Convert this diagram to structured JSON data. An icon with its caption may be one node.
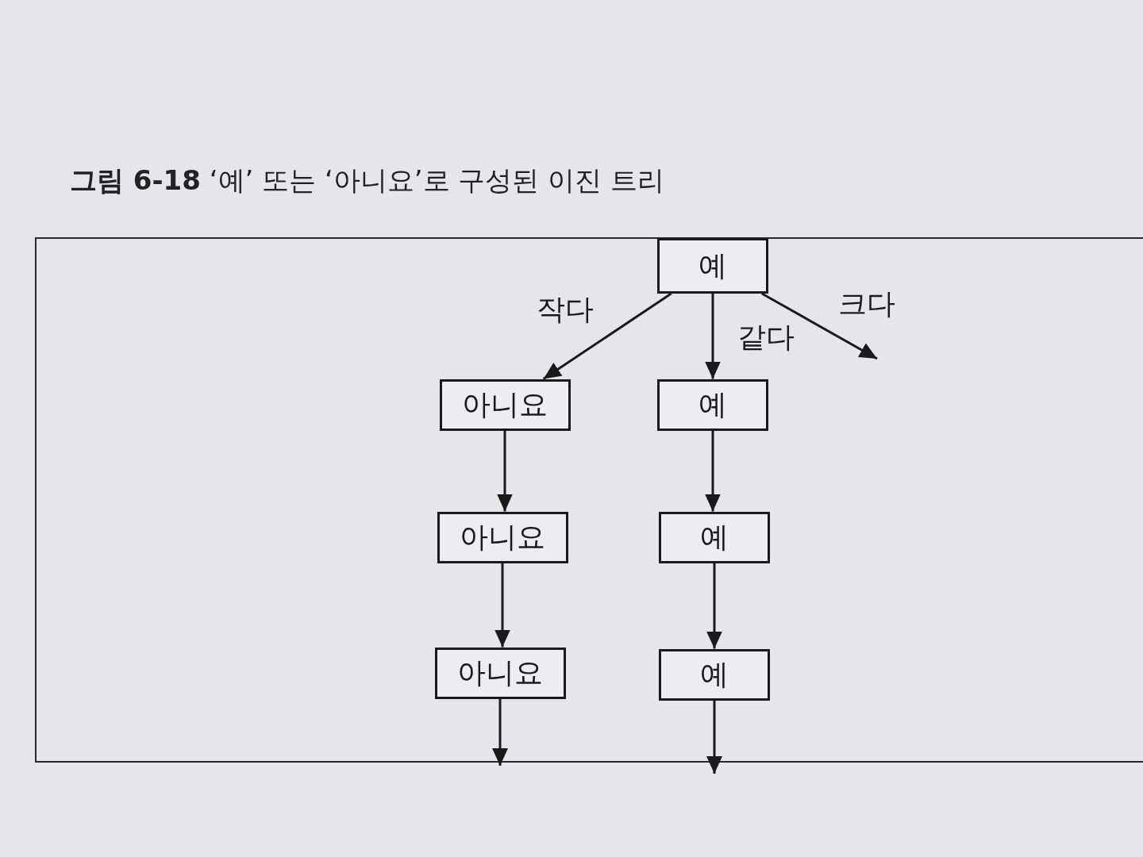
{
  "diagram": {
    "title": "**그림 6-18** ‘예’ 또는 ‘아니요’로 구성된 이진 트리",
    "nodes": [
      {
        "text": [
          "예"
        ]
      },
      {
        "text": [
          "아니요"
        ]
      },
      {
        "text": [
          "예"
        ]
      },
      {
        "text": [
          "아니요"
        ]
      },
      {
        "text": [
          "예"
        ]
      },
      {
        "text": [
          "아니요"
        ]
      },
      {
        "text": [
          "예"
        ]
      }
    ],
    "edges": [
      {
        "from": 0,
        "to": 1,
        "arrow": "to",
        "label": "작다"
      },
      {
        "from": 0,
        "to": 2,
        "arrow": "to",
        "label": "같다"
      },
      {
        "from": 0,
        "to": null,
        "arrow": "to",
        "label": "크다"
      },
      {
        "from": 1,
        "to": 3,
        "arrow": "to"
      },
      {
        "from": 3,
        "to": 5,
        "arrow": "to"
      },
      {
        "from": 5,
        "to": null,
        "arrow": "to"
      },
      {
        "from": 2,
        "to": 4,
        "arrow": "to"
      },
      {
        "from": 4,
        "to": 6,
        "arrow": "to"
      },
      {
        "from": 6,
        "to": null,
        "arrow": "to"
      }
    ]
  }
}
